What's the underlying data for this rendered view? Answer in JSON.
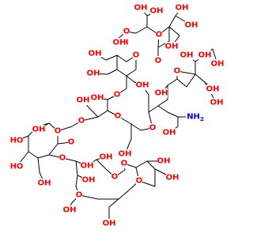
{
  "molecule": {
    "labels": {
      "hydroxyl": "OH",
      "hydroxyl_left": "HO",
      "hydroxymethyl": "OH",
      "ring_oxygen": "O",
      "amine": "NH",
      "amine_subscript": "2",
      "implicit_hydrogen": "H"
    },
    "colors": {
      "bond": "#000000",
      "oxygen": "#ff0000",
      "nitrogen": "#0000ff",
      "background": "#ffffff"
    }
  }
}
